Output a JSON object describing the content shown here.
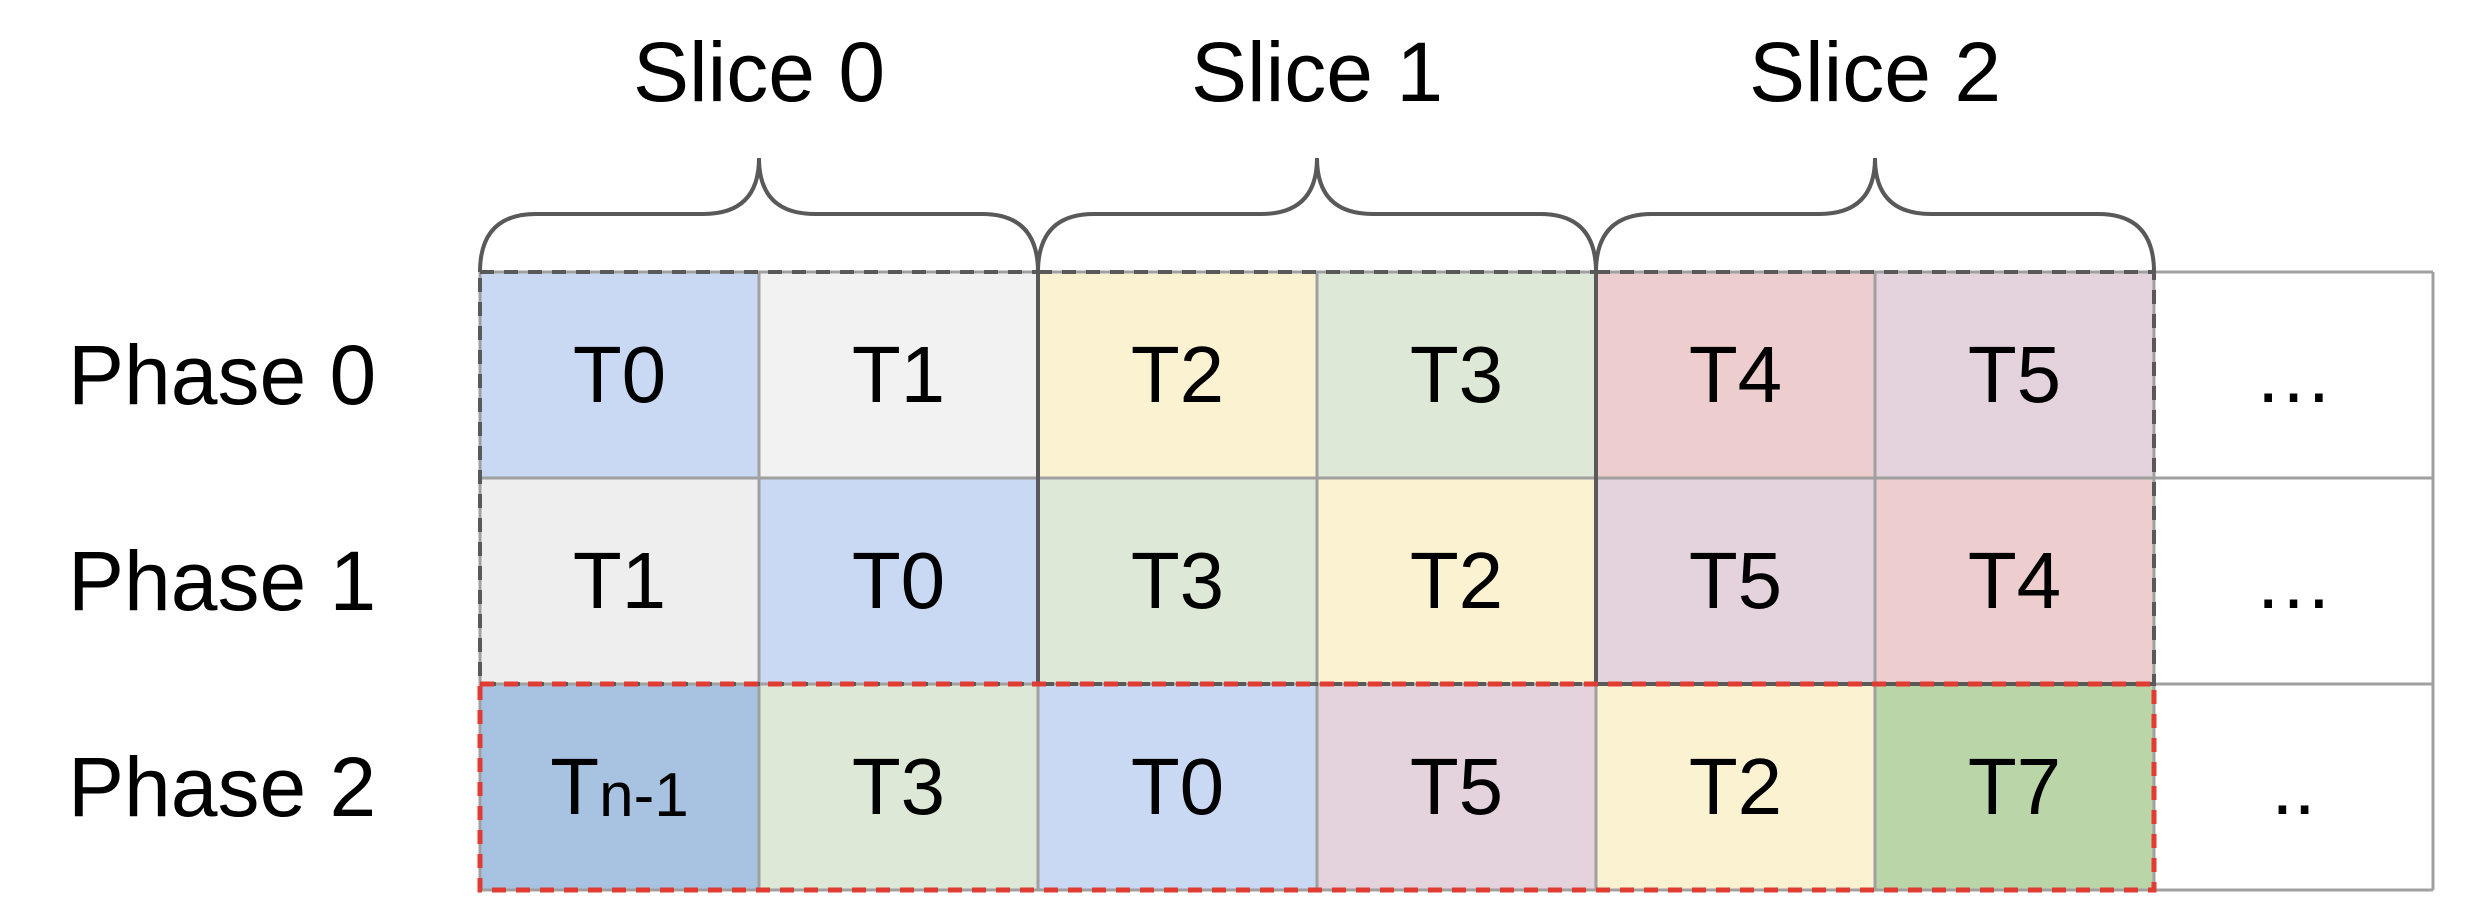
{
  "slices": [
    "Slice 0",
    "Slice 1",
    "Slice 2"
  ],
  "phases": [
    {
      "label": "Phase 0",
      "cells": [
        {
          "text": "T0",
          "color": "#c9d9f3"
        },
        {
          "text": "T1",
          "color": "#f2f2f2"
        },
        {
          "text": "T2",
          "color": "#fbf2d1"
        },
        {
          "text": "T3",
          "color": "#dde9d6"
        },
        {
          "text": "T4",
          "color": "#edcdcd"
        },
        {
          "text": "T5",
          "color": "#e4d2dc"
        },
        {
          "text": "…",
          "color": "#ffffff"
        }
      ]
    },
    {
      "label": "Phase 1",
      "cells": [
        {
          "text": "T1",
          "color": "#eeeeee"
        },
        {
          "text": "T0",
          "color": "#c9d9f3"
        },
        {
          "text": "T3",
          "color": "#dde9d6"
        },
        {
          "text": "T2",
          "color": "#fbf2d1"
        },
        {
          "text": "T5",
          "color": "#e4d2dc"
        },
        {
          "text": "T4",
          "color": "#edcdcd"
        },
        {
          "text": "…",
          "color": "#ffffff"
        }
      ]
    },
    {
      "label": "Phase 2",
      "cells": [
        {
          "text": "T",
          "sub": "n-1",
          "color": "#a8c3e2"
        },
        {
          "text": "T3",
          "color": "#dde9d6"
        },
        {
          "text": "T0",
          "color": "#c9d9f3"
        },
        {
          "text": "T5",
          "color": "#e4d2dc"
        },
        {
          "text": "T2",
          "color": "#fbf2d1"
        },
        {
          "text": "T7",
          "color": "#bad5a7"
        },
        {
          "text": "..",
          "color": "#ffffff"
        }
      ]
    }
  ],
  "colors": {
    "grid_line": "#a0a0a0",
    "slice_outline": "#595959",
    "highlight_outline": "#e03c31",
    "brace": "#595959"
  }
}
